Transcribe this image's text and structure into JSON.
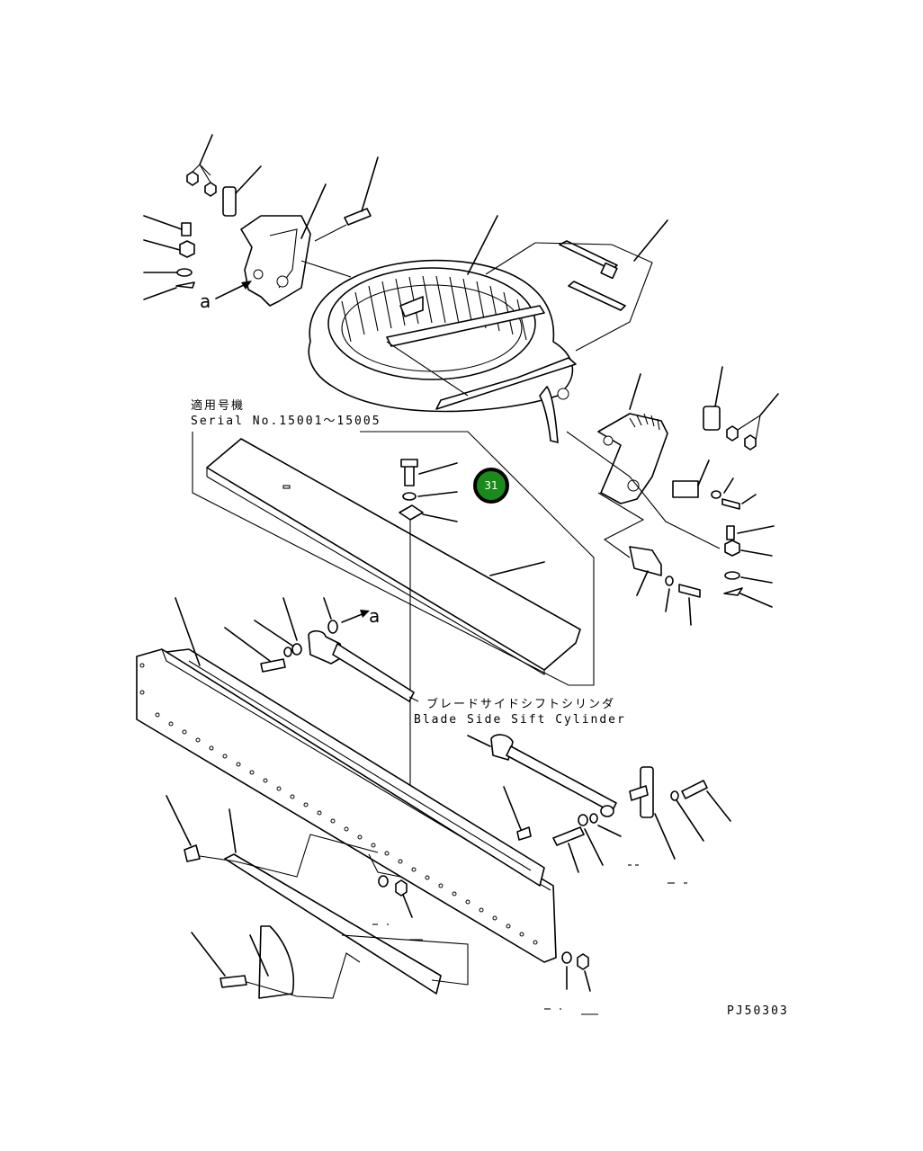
{
  "diagram": {
    "drawing_code": "PJ50303",
    "serial_label_jp": "適用号機",
    "serial_label_en": "Serial No.15001～15005",
    "cylinder_label_jp": "ブレードサイドシフトシリンダ",
    "cylinder_label_en": "Blade Side Sift Cylinder",
    "view_marker_1": "a",
    "view_marker_2": "a",
    "callout": {
      "number": "31",
      "color": "#1a8a1a"
    }
  }
}
